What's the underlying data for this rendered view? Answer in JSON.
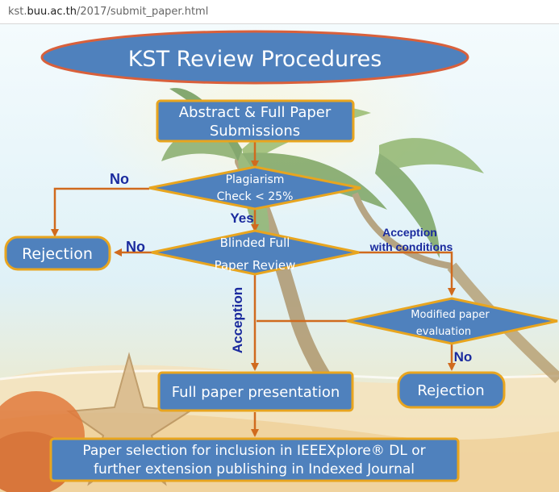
{
  "browser": {
    "url_prefix": "kst.",
    "url_domain": "buu.ac.th",
    "url_path": "/2017/submit_paper.html"
  },
  "diagram": {
    "title": "KST Review Procedures",
    "submission": [
      "Abstract & Full Paper",
      "Submissions"
    ],
    "plagiarism": [
      "Plagiarism",
      "Check < 25%"
    ],
    "blinded": [
      "Blinded Full",
      "Paper Review"
    ],
    "rejection_left": "Rejection",
    "modified": [
      "Modified paper",
      "evaluation"
    ],
    "rejection_right": "Rejection",
    "presentation": "Full paper presentation",
    "selection": [
      "Paper selection for inclusion in IEEEXplore® DL  or",
      "further extension publishing in Indexed Journal"
    ],
    "labels": {
      "no_plagiarism": "No",
      "yes": "Yes",
      "no_blinded": "No",
      "accept_cond": [
        "Acception",
        "with conditions"
      ],
      "acception": "Acception",
      "no_modified": "No"
    }
  },
  "colors": {
    "box_fill": "#4f81bd",
    "box_border": "#e8a51f",
    "arrow": "#d06a1e",
    "label": "#1a2a9e"
  }
}
